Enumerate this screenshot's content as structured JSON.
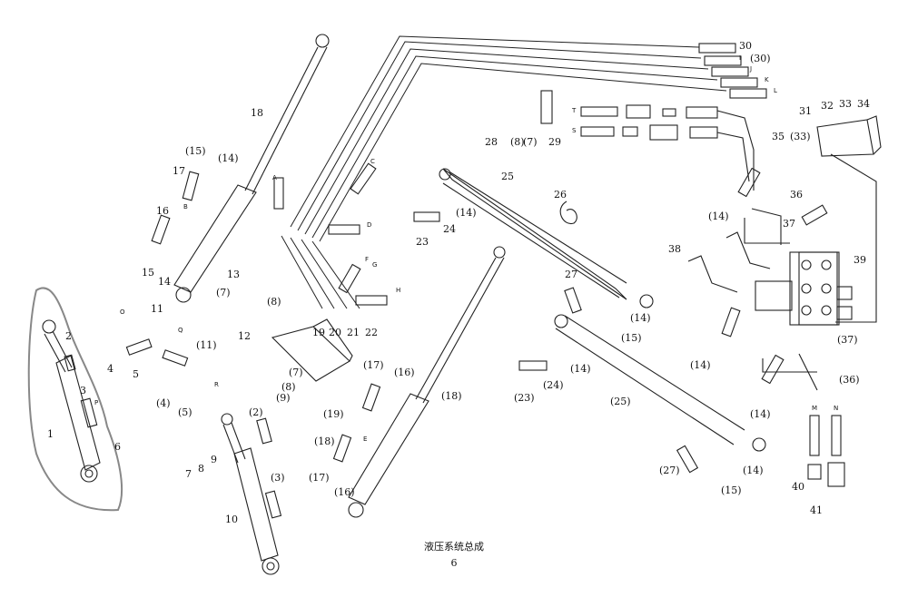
{
  "caption": "液压系统总成",
  "page_number": "6",
  "callouts": {
    "c1": "1",
    "c2": "2",
    "c3": "3",
    "c4": "4",
    "c5": "5",
    "c6": "6",
    "c7": "7",
    "c8": "8",
    "c9": "9",
    "c10": "10",
    "c11": "11",
    "c12": "12",
    "c13": "13",
    "c14a": "(14)",
    "c14b": "14",
    "c15": "15",
    "c15b": "(15)",
    "c16": "16",
    "c17": "17",
    "c18": "18",
    "c18b": "(18)",
    "c19": "19",
    "c20": "20",
    "c21": "21",
    "c22": "22",
    "c23": "23",
    "c23b": "(23)",
    "c24": "24",
    "c24b": "(24)",
    "c25": "25",
    "c25b": "(25)",
    "c26": "26",
    "c27": "27",
    "c27b": "(27)",
    "c28": "28",
    "c29": "29",
    "c30": "30",
    "c30b": "(30)",
    "c31": "31",
    "c32": "32",
    "c33": "33",
    "c33b": "(33)",
    "c34": "34",
    "c35": "35",
    "c36": "36",
    "c36b": "(36)",
    "c37": "37",
    "c37b": "(37)",
    "c38": "38",
    "c39": "39",
    "c40": "40",
    "c41": "41",
    "p2": "(2)",
    "p3": "(3)",
    "p4": "(4)",
    "p5": "(5)",
    "p7": "(7)",
    "p8": "(8)",
    "p9": "(9)",
    "p11": "(11)",
    "p14": "(14)",
    "p15": "(15)",
    "p16": "(16)",
    "p17": "(17)",
    "p19": "(19)"
  },
  "port_letters": {
    "A": "A",
    "B": "B",
    "C": "C",
    "D": "D",
    "E": "E",
    "F": "F",
    "G": "G",
    "H": "H",
    "I": "I",
    "J": "J",
    "K": "K",
    "L": "L",
    "M": "M",
    "N": "N",
    "O": "O",
    "P": "P",
    "Q": "Q",
    "R": "R",
    "S": "S",
    "T": "T"
  }
}
